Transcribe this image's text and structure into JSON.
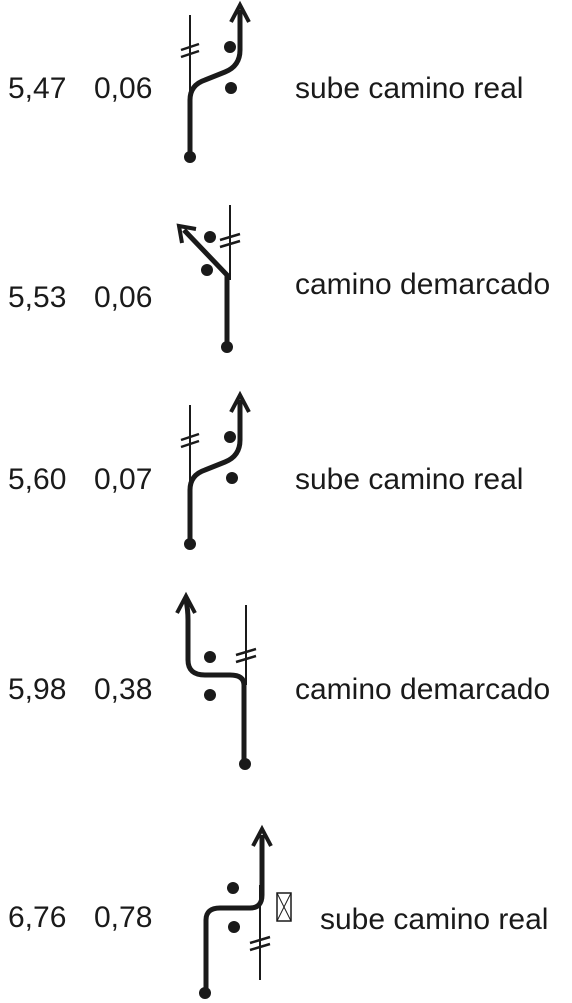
{
  "roadbook": {
    "steps": [
      {
        "km": "5,47",
        "partial": "0,06",
        "instruction": "sube camino real",
        "icon": "fork-right-up-icon"
      },
      {
        "km": "5,53",
        "partial": "0,06",
        "instruction": "camino demarcado",
        "icon": "branch-left-diagonal-icon"
      },
      {
        "km": "5,60",
        "partial": "0,07",
        "instruction": "sube camino real",
        "icon": "fork-right-up-icon"
      },
      {
        "km": "5,98",
        "partial": "0,38",
        "instruction": "camino demarcado",
        "icon": "jog-left-up-icon"
      },
      {
        "km": "6,76",
        "partial": "0,78",
        "instruction": "sube camino real",
        "icon": "jog-right-up-with-marker-icon"
      }
    ]
  }
}
